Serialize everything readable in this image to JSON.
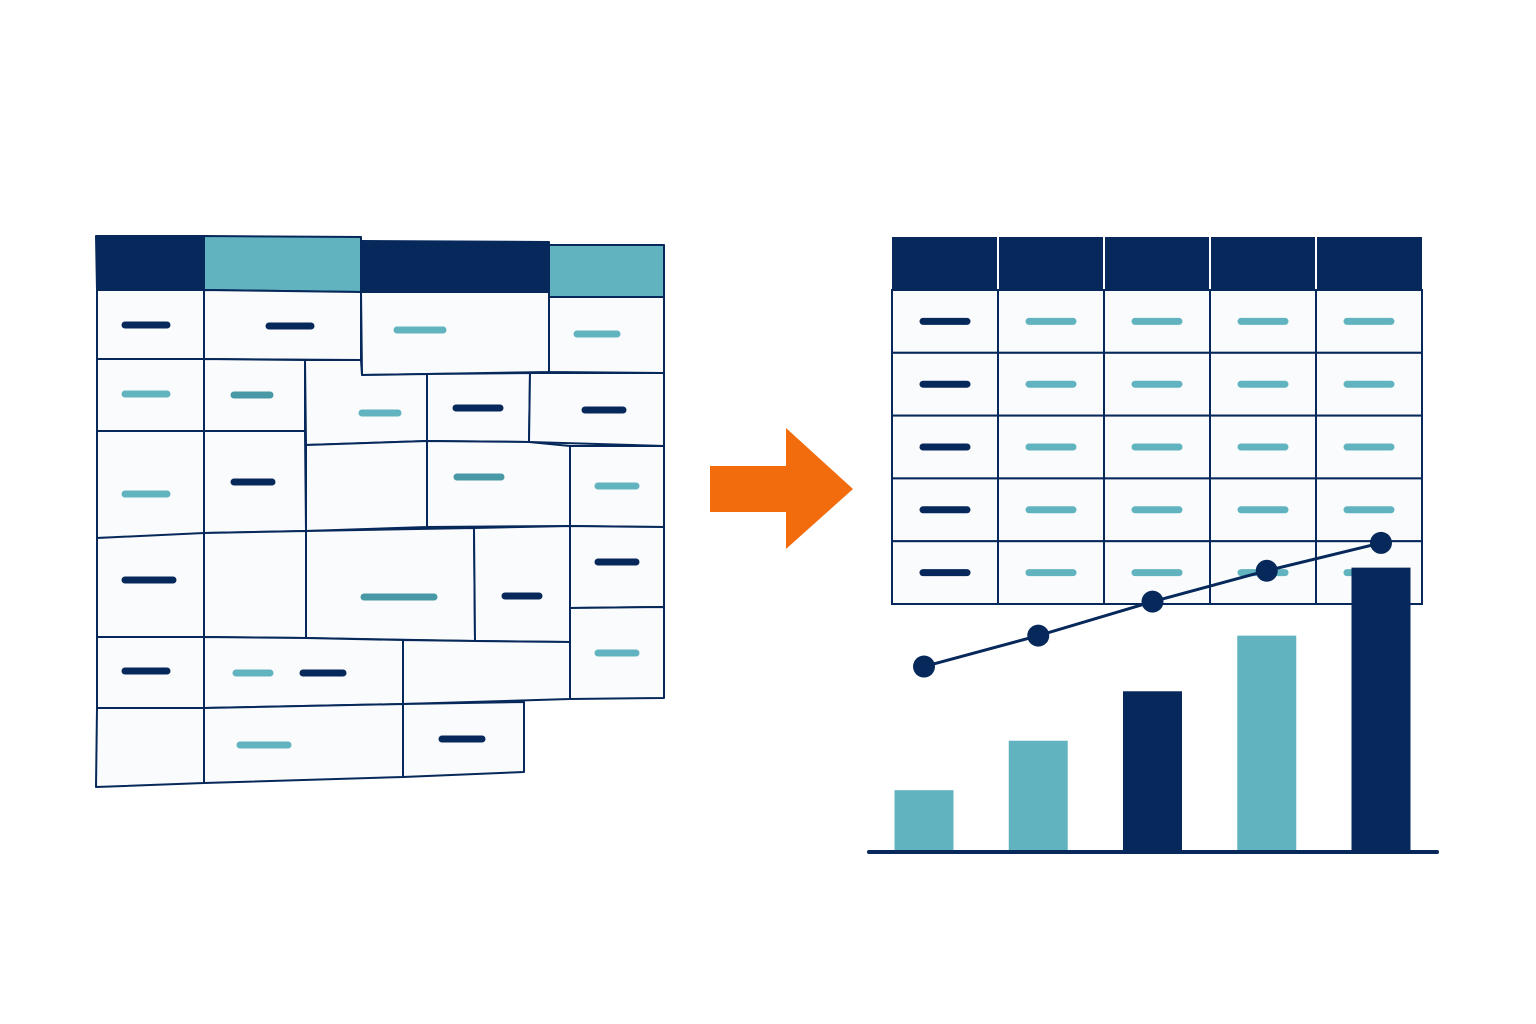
{
  "colors": {
    "navy": "#06285A",
    "teal": "#62B3C0",
    "teal_dark": "#4799A5",
    "orange": "#F26C0D",
    "cell_fill": "#FAFBFC",
    "background": "#FFFFFF"
  },
  "messy_table": {
    "header_colors": [
      "navy",
      "teal",
      "navy",
      "teal"
    ],
    "placeholder_colors": [
      "navy",
      "navy",
      "teal",
      "teal",
      "teal",
      "teal_dark",
      "teal",
      "navy",
      "navy",
      "teal",
      "navy",
      "teal_dark",
      "teal",
      "navy",
      "teal_dark",
      "navy",
      "navy",
      "navy",
      "teal",
      "navy",
      "teal",
      "teal",
      "navy",
      "teal"
    ]
  },
  "arrow": {
    "icon": "right-arrow-icon",
    "color": "orange"
  },
  "clean_table": {
    "columns": 5,
    "rows": 5,
    "header_color": "navy",
    "first_column_placeholder_color": "navy",
    "other_placeholder_color": "teal"
  },
  "chart_data": {
    "type": "bar",
    "categories": [
      "",
      "",
      "",
      "",
      ""
    ],
    "values": [
      1.0,
      1.8,
      2.6,
      3.5,
      4.6
    ],
    "bar_colors": [
      "teal",
      "teal",
      "navy",
      "teal",
      "navy"
    ],
    "trend_line": [
      3.0,
      3.5,
      4.05,
      4.55,
      5.0
    ],
    "ylim": [
      0,
      5.5
    ],
    "title": "",
    "xlabel": "",
    "ylabel": "",
    "grid": false,
    "legend": "none"
  }
}
